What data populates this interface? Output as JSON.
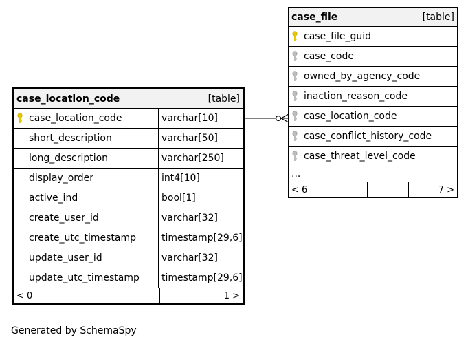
{
  "main_table": {
    "name": "case_location_code",
    "tag": "[table]",
    "columns": [
      {
        "name": "case_location_code",
        "type": "varchar[10]",
        "key": "primary-key-icon"
      },
      {
        "name": "short_description",
        "type": "varchar[50]"
      },
      {
        "name": "long_description",
        "type": "varchar[250]"
      },
      {
        "name": "display_order",
        "type": "int4[10]"
      },
      {
        "name": "active_ind",
        "type": "bool[1]"
      },
      {
        "name": "create_user_id",
        "type": "varchar[32]"
      },
      {
        "name": "create_utc_timestamp",
        "type": "timestamp[29,6]"
      },
      {
        "name": "update_user_id",
        "type": "varchar[32]"
      },
      {
        "name": "update_utc_timestamp",
        "type": "timestamp[29,6]"
      }
    ],
    "footer_left": "< 0",
    "footer_right": "1 >"
  },
  "related_table": {
    "name": "case_file",
    "tag": "[table]",
    "columns": [
      {
        "name": "case_file_guid",
        "key": "primary-key-icon"
      },
      {
        "name": "case_code",
        "key": "foreign-key-icon"
      },
      {
        "name": "owned_by_agency_code",
        "key": "foreign-key-icon"
      },
      {
        "name": "inaction_reason_code",
        "key": "foreign-key-icon"
      },
      {
        "name": "case_location_code",
        "key": "foreign-key-icon"
      },
      {
        "name": "case_conflict_history_code",
        "key": "foreign-key-icon"
      },
      {
        "name": "case_threat_level_code",
        "key": "foreign-key-icon"
      }
    ],
    "ellipsis": "...",
    "footer_left": "< 6",
    "footer_right": "7 >"
  },
  "footer": "Generated by SchemaSpy",
  "colors": {
    "header_bg": "#f2f2f2",
    "primary_key": "#e6c800",
    "foreign_key": "#9e9e9e"
  }
}
